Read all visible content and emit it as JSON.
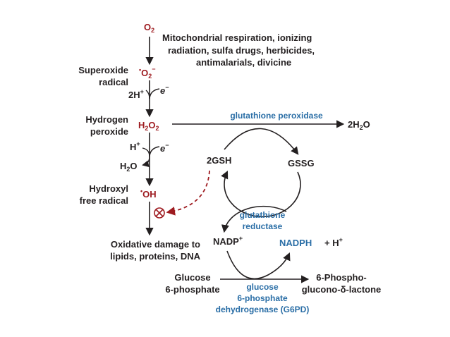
{
  "species": {
    "o2": "O",
    "o2_sub": "2",
    "superoxide_dot": "•",
    "superoxide": "O",
    "superoxide_sub": "2",
    "superoxide_sup": "−",
    "h2o2_a": "H",
    "h2o2_sub1": "2",
    "h2o2_b": "O",
    "h2o2_sub2": "2",
    "oh_dot": "•",
    "oh": "OH"
  },
  "labels": {
    "sources_line1": "Mitochondrial respiration, ionizing",
    "sources_line2": "radiation, sulfa drugs, herbicides,",
    "sources_line3": "antimalarials, divicine",
    "superoxide_line1": "Superoxide",
    "superoxide_line2": "radical",
    "hydrogen_line1": "Hydrogen",
    "hydrogen_line2": "peroxide",
    "hydroxyl_line1": "Hydroxyl",
    "hydroxyl_line2": "free radical",
    "damage_line1": "Oxidative damage to",
    "damage_line2": "lipids, proteins, DNA",
    "two_h_plus": "2H",
    "plus_sign": "+",
    "electron": "e",
    "minus_sign": "−",
    "h_plus": "H",
    "h2o_a": "H",
    "h2o_sub": "2",
    "h2o_b": "O",
    "two_h2o_a": "2H",
    "two_h2o_sub": "2",
    "two_h2o_b": "O",
    "gsh": "2GSH",
    "gssg": "GSSG",
    "nadp": "NADP",
    "nadph": "NADPH",
    "plus_h": "+  H",
    "glucose_line1": "Glucose",
    "glucose_line2": "6-phosphate",
    "phospho_line1": "6-Phospho-",
    "phospho_line2": "glucono-δ-lactone"
  },
  "enzymes": {
    "gpx": "glutathione peroxidase",
    "gr_line1": "glutathione",
    "gr_line2": "reductase",
    "g6pd_line1": "glucose",
    "g6pd_line2": "6-phosphate",
    "g6pd_line3": "dehydrogenase (G6PD)"
  },
  "colors": {
    "dark": "#231f20",
    "red": "#9e1b20",
    "blue": "#2a6ea6"
  }
}
